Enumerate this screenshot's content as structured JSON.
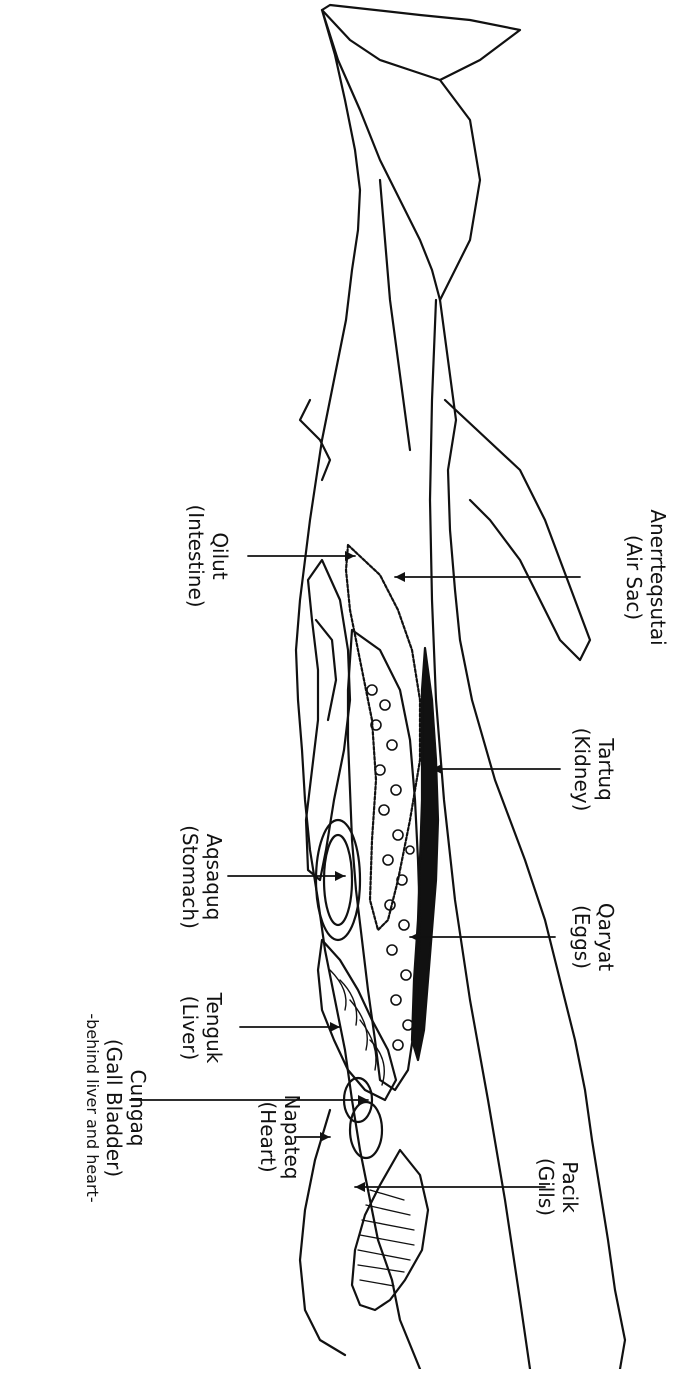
{
  "diagram": {
    "labels": {
      "air_sac": {
        "native": "Anerrteqsutai",
        "english": "(Air Sac)"
      },
      "kidney": {
        "native": "Tartuq",
        "english": "(Kidney)"
      },
      "eggs": {
        "native": "Qaryat",
        "english": "(Eggs)"
      },
      "gills": {
        "native": "Pacik",
        "english": "(Gills)"
      },
      "heart": {
        "native": "Napateq",
        "english": "(Heart)"
      },
      "intestine": {
        "native": "Qilut",
        "english": "(Intestine)"
      },
      "stomach": {
        "native": "Aqsaquq",
        "english": "(Stomach)"
      },
      "liver": {
        "native": "Tenguk",
        "english": "(Liver)"
      },
      "gall_bladder": {
        "native": "Cungaq",
        "english": "(Gall Bladder)",
        "note": "-behind liver and heart-"
      }
    },
    "colors": {
      "ink": "#111111",
      "background": "#ffffff"
    }
  }
}
